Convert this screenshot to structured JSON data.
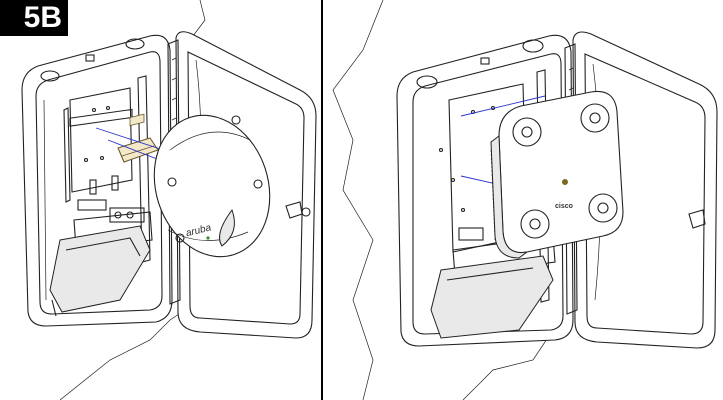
{
  "figure": {
    "label": "5B",
    "left_panel": {
      "device_logo": "aruba"
    },
    "right_panel": {
      "device_logo": "cisco"
    }
  },
  "colors": {
    "line": "#222222",
    "guide_line": "#2a35c8",
    "label_bg": "#000000",
    "label_text": "#ffffff"
  }
}
